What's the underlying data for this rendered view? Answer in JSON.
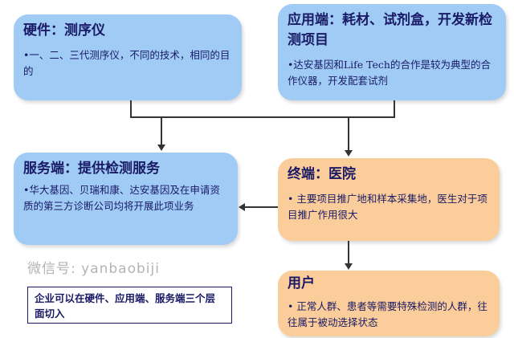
{
  "hardware": {
    "title": "硬件：测序仪",
    "body": "•一、二、三代测序仪，不同的技术，相同的目的"
  },
  "application": {
    "title": "应用端：耗材、试剂盒，开发新检测项目",
    "body": "•达安基因和Life Tech的合作是较为典型的合作仪器，开发配套试剂"
  },
  "service": {
    "title": "服务端：提供检测服务",
    "body": "•华大基因、贝瑞和康、达安基因及在申请资质的第三方诊断公司均将开展此项业务"
  },
  "terminal": {
    "title": "终端：医院",
    "body": "• 主要项目推广地和样本采集地，医生对于项目推广作用很大"
  },
  "user": {
    "title": "用户",
    "body": "• 正常人群、患者等需要特殊检测的人群，往往属于被动选择状态"
  },
  "note": "企业可以在硬件、应用端、服务端三个层面切入",
  "watermark": "微信号: yanbaobiji",
  "colors": {
    "blue_box": "#9fcbf5",
    "orange_box": "#fbcd9b",
    "text": "#1a1a66"
  }
}
